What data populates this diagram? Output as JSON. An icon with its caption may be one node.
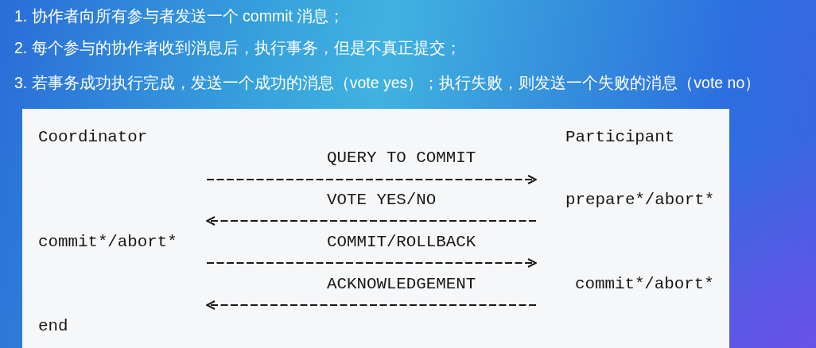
{
  "diagram": {
    "nodes": [
      {
        "text": [
          "Coordinator",
          "commit*/abort*",
          "end"
        ]
      },
      {
        "text": [
          "Participant",
          "prepare*/abort*",
          "commit*/abort*"
        ]
      }
    ],
    "edges": [
      {
        "from": 0,
        "to": 1,
        "arrow": "to",
        "label": "QUERY TO COMMIT",
        "style": "dashed"
      },
      {
        "from": 1,
        "to": 0,
        "arrow": "to",
        "label": "VOTE YES/NO",
        "style": "dashed"
      },
      {
        "from": 0,
        "to": 1,
        "arrow": "to",
        "label": "COMMIT/ROLLBACK",
        "style": "dashed"
      },
      {
        "from": 1,
        "to": 0,
        "arrow": "to",
        "label": "ACKNOWLEDGEMENT",
        "style": "dashed"
      }
    ],
    "labels": [
      "1. 协作者向所有参与者发送一个 commit 消息；",
      "2. 每个参与的协作者收到消息后，执行事务，但是不真正提交；",
      "3. 若事务成功执行完成，发送一个成功的消息（vote yes）；执行失败，则发送一个失败的消息（vote no）"
    ]
  }
}
